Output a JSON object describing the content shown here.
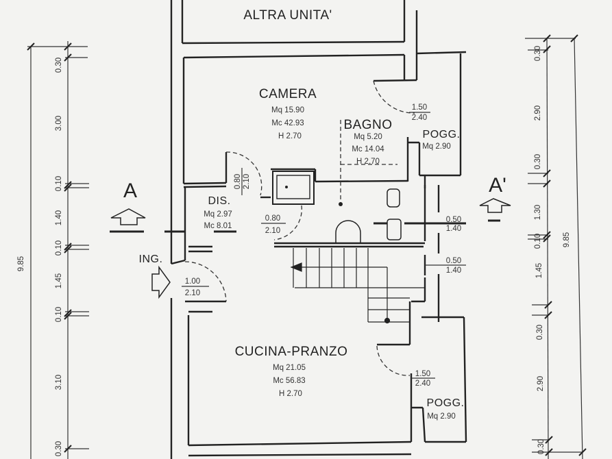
{
  "plan": {
    "adjacent_unit_label": "ALTRA UNITA'",
    "rooms": [
      {
        "id": "camera",
        "name": "CAMERA",
        "mq": "Mq 15.90",
        "mc": "Mc 42.93",
        "h": "H 2.70"
      },
      {
        "id": "bagno",
        "name": "BAGNO",
        "mq": "Mq 5.20",
        "mc": "Mc 14.04",
        "h": "H 2.70"
      },
      {
        "id": "pogg_top",
        "name": "POGG.",
        "mq": "Mq 2.90"
      },
      {
        "id": "dis",
        "name": "DIS.",
        "mq": "Mq 2.97",
        "mc": "Mc 8.01"
      },
      {
        "id": "cucina",
        "name": "CUCINA-PRANZO",
        "mq": "Mq 21.05",
        "mc": "Mc 56.83",
        "h": "H 2.70"
      },
      {
        "id": "pogg_bottom",
        "name": "POGG.",
        "mq": "Mq 2.90"
      }
    ],
    "entrance_label": "ING.",
    "section_marks": {
      "left": "A",
      "right": "A'"
    },
    "openings": [
      {
        "id": "camera_door",
        "w": "0.80",
        "h": "2.10"
      },
      {
        "id": "bagno_door",
        "w": "0.80",
        "h": "2.10"
      },
      {
        "id": "entry_door",
        "w": "1.00",
        "h": "2.10"
      },
      {
        "id": "pogg_top_door",
        "w": "1.50",
        "h": "2.40"
      },
      {
        "id": "window_1",
        "w": "0.50",
        "h": "1.40"
      },
      {
        "id": "window_2",
        "w": "0.50",
        "h": "1.40"
      },
      {
        "id": "pogg_bottom_door",
        "w": "1.50",
        "h": "2.40"
      }
    ],
    "dimensions_left": {
      "total": "9.85",
      "segments": [
        "0.30",
        "3.00",
        "0.10",
        "1.40",
        "0.10",
        "1.45",
        "0.10",
        "3.10",
        "0.30"
      ]
    },
    "dimensions_right": {
      "total": "9.85",
      "segments": [
        "0.30",
        "2.90",
        "0.30",
        "1.30",
        "0.10",
        "1.45",
        "0.30",
        "2.90",
        "0.30"
      ]
    }
  }
}
